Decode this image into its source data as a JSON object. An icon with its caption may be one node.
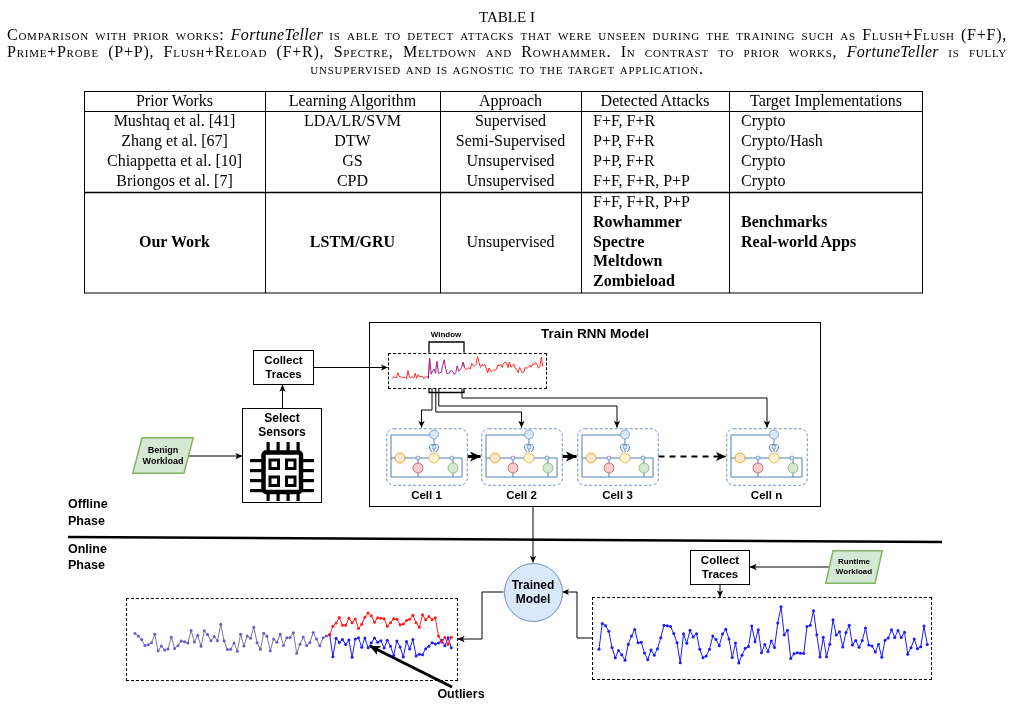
{
  "diagram": {
    "title": "TABLE I",
    "caption": "Comparison with prior works: *FortuneTeller* is able to detect attacks that were unseen during the training such as Flush+Flush (F+F), Prime+Probe (P+P), Flush+Reload (F+R), Spectre, Meltdown and Rowhammer. In contrast to prior works, *FortuneTeller* is fully unsupervised and is agnostic to the target application.",
    "nodes": [
      {
        "text": [
          "Collect Traces"
        ]
      },
      {
        "text": [
          "Select Sensors"
        ]
      },
      {
        "text": [
          "Benign Workload"
        ]
      },
      {
        "text": [
          "Train RNN Model"
        ]
      },
      {
        "text": [],
        "shape": "box",
        "in": 3,
        "beside": [
          "Window"
        ]
      },
      {
        "text": [
          "Cell 1"
        ],
        "in": 3
      },
      {
        "text": [
          "Cell 2"
        ],
        "in": 3
      },
      {
        "text": [
          "Cell 3"
        ],
        "in": 3
      },
      {
        "text": [
          "Cell n"
        ],
        "in": 3
      },
      {
        "text": [
          "Trained Model"
        ]
      },
      {
        "text": [
          "Collect Traces"
        ]
      },
      {
        "text": [
          "Runtime Workload"
        ]
      },
      {
        "text": [],
        "shape": "box"
      },
      {
        "text": [],
        "shape": "box"
      },
      {
        "text": [
          "Outliers"
        ]
      }
    ],
    "edges": [
      {
        "from": 2,
        "to": 1,
        "arrow": "to"
      },
      {
        "from": 1,
        "to": 0,
        "arrow": "to"
      },
      {
        "from": 0,
        "to": 4,
        "arrow": "to"
      },
      {
        "from": 4,
        "to": 5,
        "arrow": "to"
      },
      {
        "from": 4,
        "to": 6,
        "arrow": "to"
      },
      {
        "from": 4,
        "to": 7,
        "arrow": "to"
      },
      {
        "from": 4,
        "to": 8,
        "arrow": "to"
      },
      {
        "from": 5,
        "to": 6,
        "arrow": "to",
        "style": "thick"
      },
      {
        "from": 6,
        "to": 7,
        "arrow": "to",
        "style": "thick"
      },
      {
        "from": 7,
        "to": 8,
        "arrow": "to",
        "style": "dashed"
      },
      {
        "from": 3,
        "to": 9,
        "arrow": "to"
      },
      {
        "from": 11,
        "to": 10,
        "arrow": "to"
      },
      {
        "from": 10,
        "to": 13,
        "arrow": "to"
      },
      {
        "from": 13,
        "to": 9,
        "arrow": "to"
      },
      {
        "from": 9,
        "to": 12,
        "arrow": "to"
      },
      {
        "from": 14,
        "to": 12,
        "arrow": "to",
        "style": "thick"
      }
    ],
    "labels": [
      "Prior Works",
      "Learning Algorithm",
      "Approach",
      "Detected Attacks",
      "Target Implementations",
      "Mushtaq et al. [41]",
      "LDA/LR/SVM",
      "Supervised",
      "F+F, F+R",
      "Crypto",
      "Zhang et al. [67]",
      "DTW",
      "Semi-Supervised",
      "P+P, F+R",
      "Crypto/Hash",
      "Chiappetta et al. [10]",
      "GS",
      "Unsupervised",
      "P+P, F+R",
      "Crypto",
      "Briongos et al. [7]",
      "CPD",
      "Unsupervised",
      "F+F, F+R, P+P",
      "Crypto",
      "Our Work",
      "LSTM/GRU",
      "Unsupervised",
      "F+F, F+R, P+P **Rowhammer Spectre Meltdown Zombieload**",
      "Benchmarks Real-world Apps",
      "Offline Phase",
      "Online Phase"
    ]
  }
}
